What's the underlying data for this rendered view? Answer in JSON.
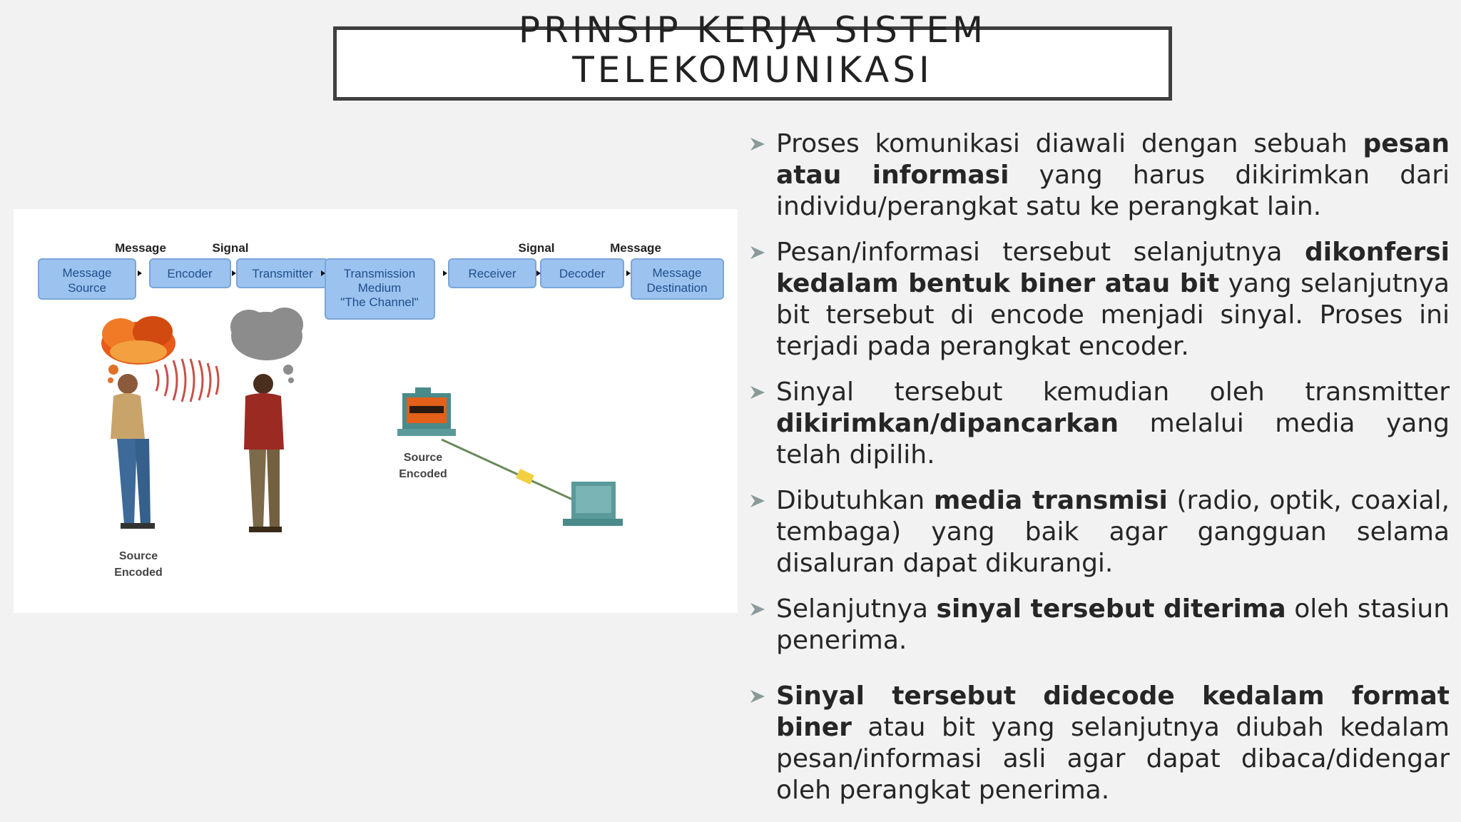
{
  "slide": {
    "title": "PRINSIP KERJA SISTEM TELEKOMUNIKASI",
    "title_line1": "PRINSIP KERJA SISTEM",
    "title_line2": "TELEKOMUNIKASI"
  },
  "diagram": {
    "flow_boxes": [
      "Message Source",
      "Encoder",
      "Transmitter",
      "Transmission Medium \"The Channel\"",
      "Receiver",
      "Decoder",
      "Message Destination"
    ],
    "top_labels": [
      "Message",
      "Signal",
      "Signal",
      "Message"
    ],
    "source_encoded_left": [
      "Source",
      "Encoded"
    ],
    "source_encoded_right": [
      "Source",
      "Encoded"
    ]
  },
  "bullets": [
    {
      "parts": [
        {
          "text": "Proses komunikasi diawali dengan sebuah ",
          "bold": false
        },
        {
          "text": "pesan atau informasi",
          "bold": true
        },
        {
          "text": " yang harus dikirimkan dari individu/perangkat satu ke perangkat lain.",
          "bold": false
        }
      ]
    },
    {
      "parts": [
        {
          "text": "Pesan/informasi tersebut selanjutnya ",
          "bold": false
        },
        {
          "text": "dikonfersi kedalam bentuk biner atau bit",
          "bold": true
        },
        {
          "text": " yang selanjutnya bit tersebut di encode menjadi sinyal. Proses ini terjadi pada perangkat encoder.",
          "bold": false
        }
      ]
    },
    {
      "parts": [
        {
          "text": "Sinyal tersebut kemudian oleh transmitter ",
          "bold": false
        },
        {
          "text": "dikirimkan/dipancarkan",
          "bold": true
        },
        {
          "text": " melalui media yang telah dipilih.",
          "bold": false
        }
      ]
    },
    {
      "parts": [
        {
          "text": "Dibutuhkan ",
          "bold": false
        },
        {
          "text": "media transmisi",
          "bold": true
        },
        {
          "text": " (radio, optik, coaxial, tembaga) yang baik agar gangguan selama disaluran dapat dikurangi.",
          "bold": false
        }
      ]
    },
    {
      "parts": [
        {
          "text": "Selanjutnya ",
          "bold": false
        },
        {
          "text": "sinyal tersebut diterima",
          "bold": true
        },
        {
          "text": " oleh stasiun penerima.",
          "bold": false
        }
      ]
    },
    {
      "parts": [
        {
          "text": "Sinyal tersebut didecode kedalam format biner",
          "bold": true
        },
        {
          "text": " atau bit yang selanjutnya diubah kedalam pesan/informasi asli agar dapat dibaca/didengar oleh perangkat penerima.",
          "bold": false
        }
      ]
    }
  ],
  "colors": {
    "background": "#f2f2f2",
    "title_border": "#3f3f3f",
    "bullet_marker": "#8a9a9a",
    "flow_box": "#9cc3ef"
  }
}
